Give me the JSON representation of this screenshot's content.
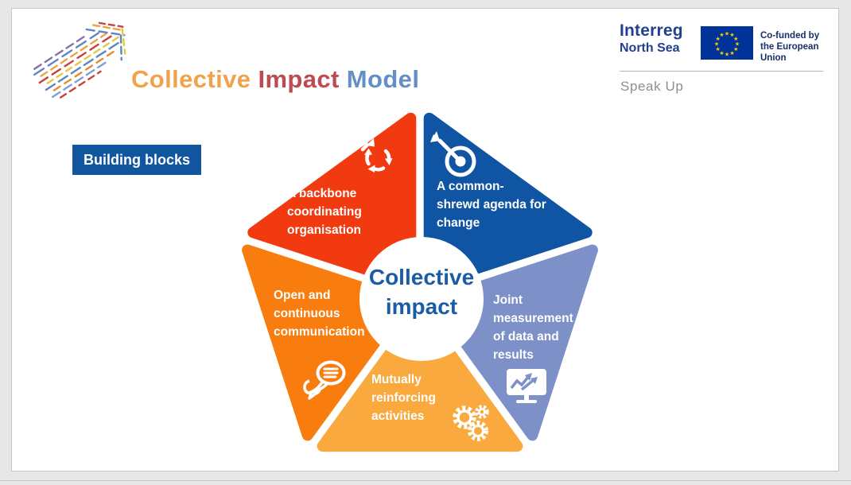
{
  "page": {
    "background": "#E7E7E7"
  },
  "slide": {
    "title": {
      "parts": [
        {
          "text": "Collective",
          "color": "#F2A24B"
        },
        {
          "text": "Impact",
          "color": "#BE4A52"
        },
        {
          "text": "Model",
          "color": "#6290C4"
        }
      ]
    },
    "building_blocks": {
      "label": "Building blocks",
      "bg": "#11569E",
      "text_color": "#FFFFFF"
    }
  },
  "branding": {
    "program": "Interreg",
    "area": "North Sea",
    "text_color": "#21408F",
    "cofunded": {
      "line1": "Co-funded by",
      "line2": "the European Union",
      "color": "#1A2E68"
    },
    "eu_flag": {
      "bg": "#003399",
      "star_color": "#FFCC00"
    },
    "project_name": "Speak Up",
    "project_color": "#8D8E96"
  },
  "diagram": {
    "center": {
      "line1": "Collective",
      "line2": "impact",
      "color": "#1A5CA6",
      "bg": "#FFFFFF"
    },
    "label_color": "#FFFFFF",
    "segments": [
      {
        "name": "backbone",
        "color": "#F23A10",
        "icon": "cycle-arrows-icon",
        "lines": [
          "A backbone",
          "coordinating",
          "organisation"
        ]
      },
      {
        "name": "agenda",
        "color": "#0F55A4",
        "icon": "target-dart-icon",
        "lines": [
          "A common-",
          "shrewd agenda for",
          "change"
        ]
      },
      {
        "name": "measurement",
        "color": "#7D90C8",
        "icon": "monitor-chart-icon",
        "lines": [
          "Joint",
          "measurement",
          "of data and",
          "results"
        ]
      },
      {
        "name": "activities",
        "color": "#F9A93E",
        "icon": "gears-icon",
        "lines": [
          "Mutually",
          "reinforcing",
          "activities"
        ]
      },
      {
        "name": "communication",
        "color": "#F87D0E",
        "icon": "speech-bubbles-icon",
        "lines": [
          "Open and",
          "continuous",
          "communication"
        ]
      }
    ]
  }
}
